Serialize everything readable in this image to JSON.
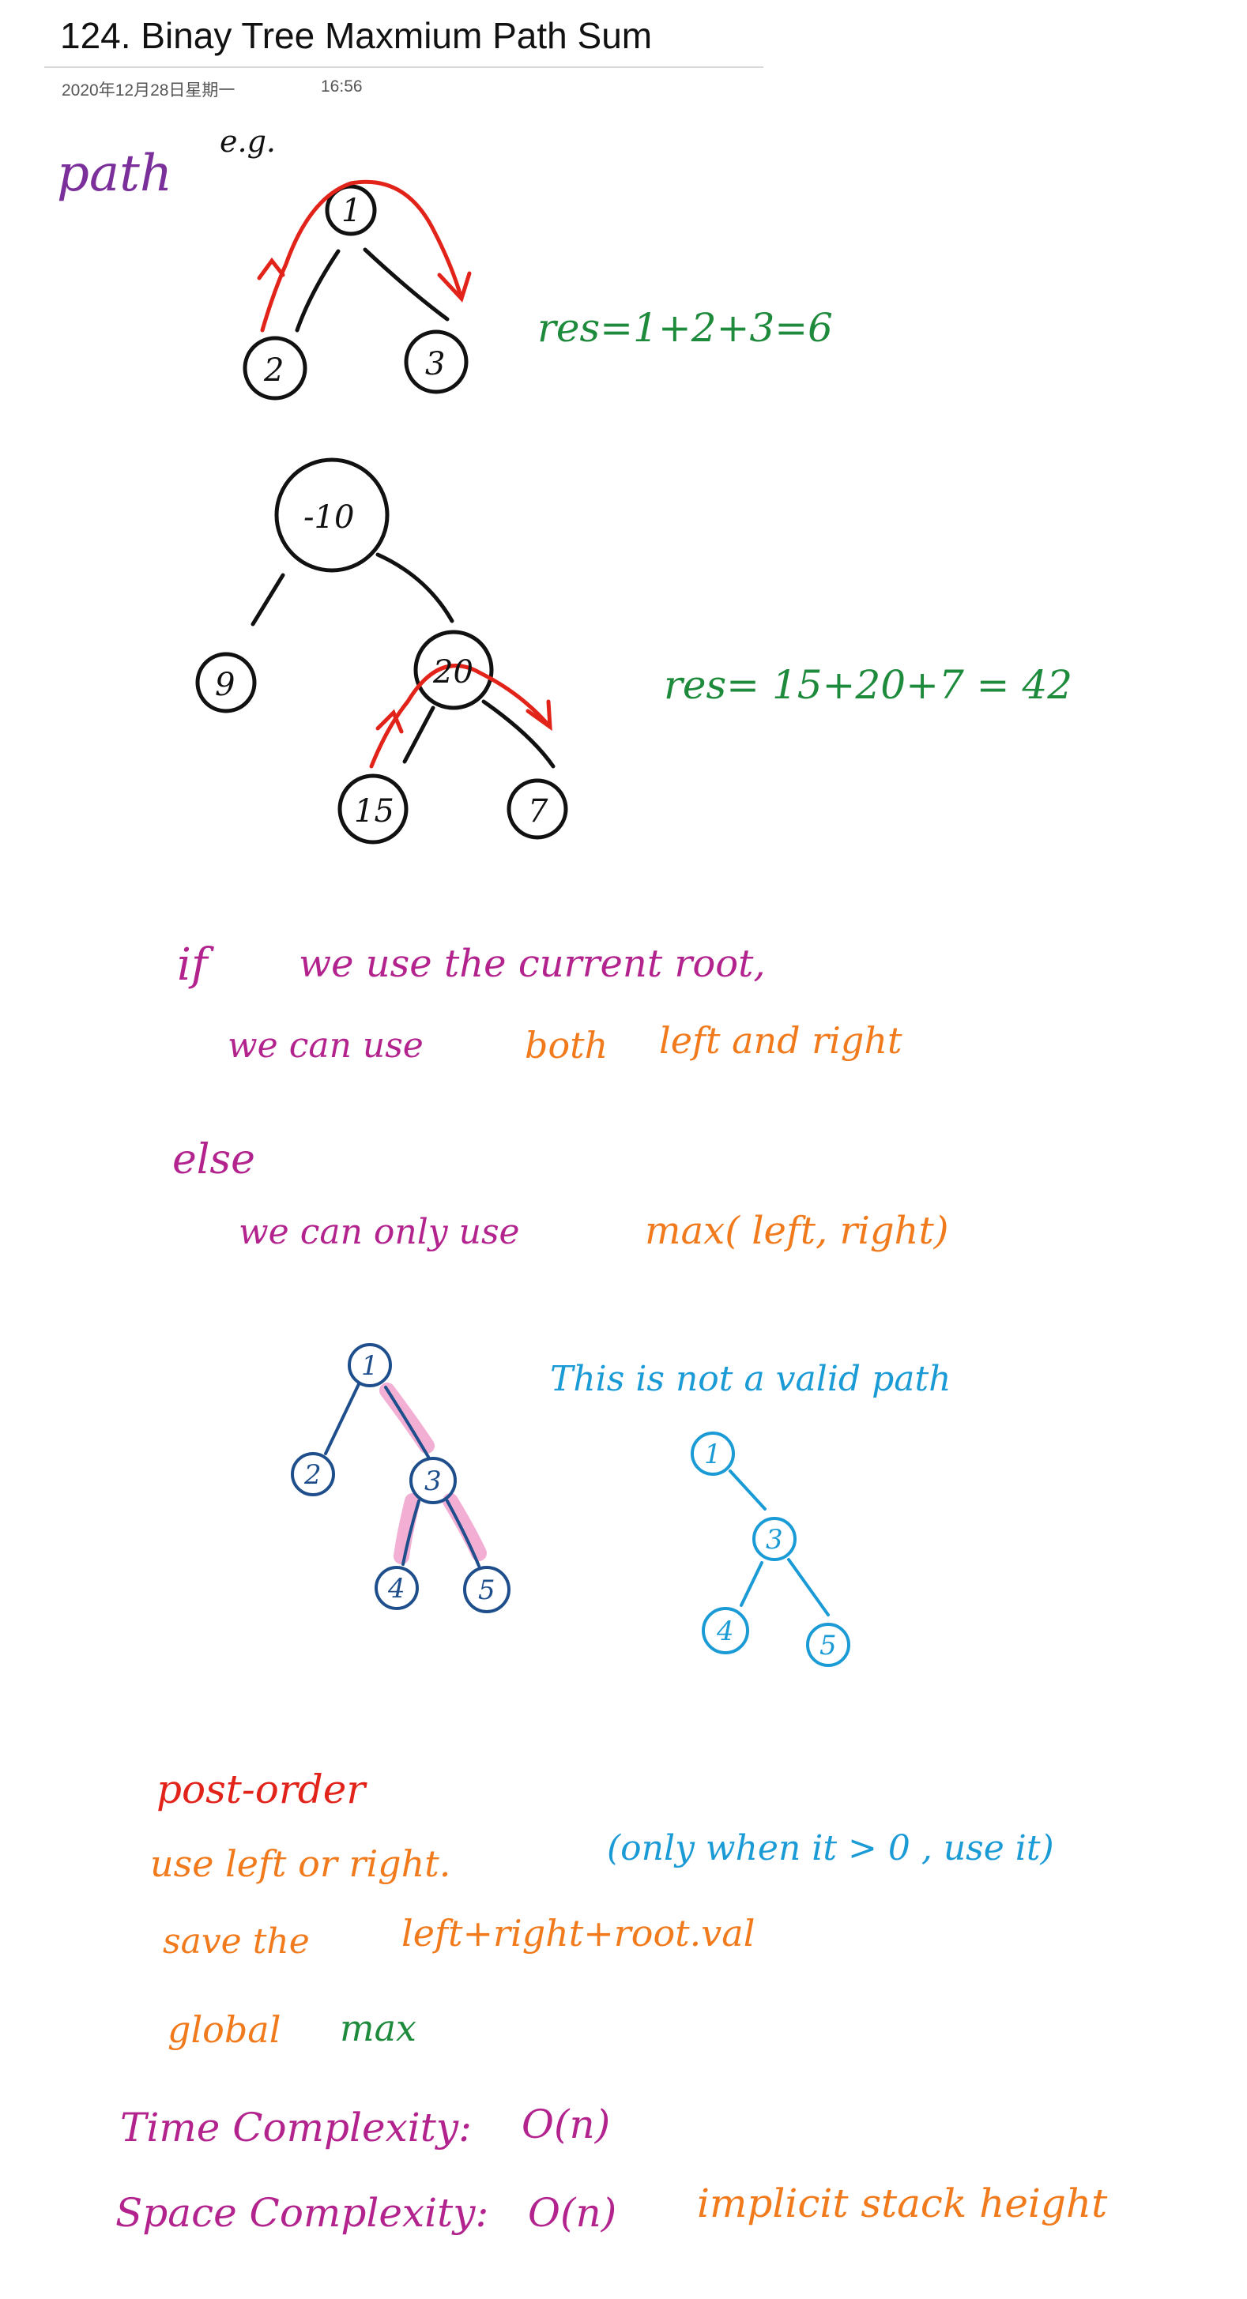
{
  "title": "124. Binay Tree Maxmium Path Sum",
  "date": "2020年12月28日星期一",
  "time": "16:56",
  "notes": {
    "path_label": "path",
    "eg_label": "e.g.",
    "example1": {
      "nodes": {
        "root": "1",
        "left": "2",
        "right": "3"
      },
      "result": "res=1+2+3=6"
    },
    "example2": {
      "nodes": {
        "root": "-10",
        "left": "9",
        "mid": "20",
        "mid_left": "15",
        "mid_right": "7"
      },
      "result": "res= 15+20+7 = 42"
    },
    "rule": {
      "if_word": "if",
      "if_rest": "we use the current root,",
      "both_prefix": "we can use",
      "both_highlight": "both",
      "left_and_right": "left and right",
      "else_word": "else",
      "else_prefix": "we can only use",
      "else_highlight": "max( left, right)"
    },
    "example3": {
      "left_tree": {
        "n1": "1",
        "n2": "2",
        "n3": "3",
        "n4": "4",
        "n5": "5"
      },
      "caption": "This is not a valid path",
      "right_tree": {
        "n1": "1",
        "n3": "3",
        "n4": "4",
        "n5": "5"
      }
    },
    "algorithm": {
      "post_order": "post-order",
      "use_line": "use left or right.",
      "use_condition": "(only when it > 0 , use it)",
      "save_prefix": "save the",
      "save_expr": "left+right+root.val",
      "global_word": "global",
      "max_word": "max"
    },
    "complexity": {
      "time_label": "Time Complexity:",
      "time_value": "O(n)",
      "space_label": "Space Complexity:",
      "space_value": "O(n)",
      "space_note": "implicit stack height"
    }
  }
}
